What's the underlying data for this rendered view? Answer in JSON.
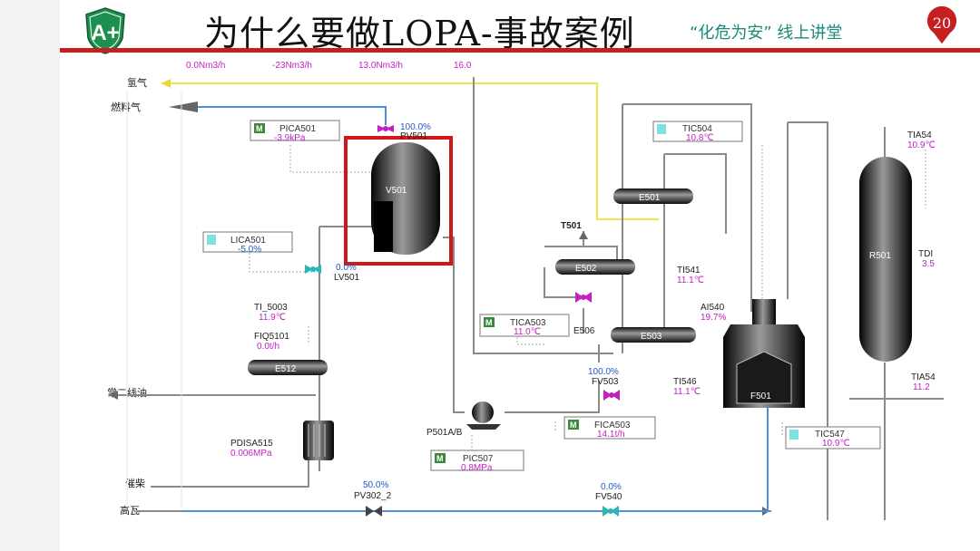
{
  "header": {
    "title": "为什么要做LOPA-事故案例",
    "subtitle": "“化危为安” 线上讲堂",
    "page_number": "20",
    "logo_glyph": "A+",
    "accent_color": "#c51f1f",
    "logo_color": "#1e8f4e"
  },
  "diagram": {
    "top_cut": [
      "0.0Nm3/h",
      "-23Nm3/h",
      "13.0Nm3/h",
      "16.0"
    ],
    "streams": {
      "hydrogen": "氢气",
      "fuel_gas": "燃料气",
      "second_line": "常二线油",
      "residue": "催柴",
      "high_pressure": "高瓦"
    },
    "pica501": {
      "mode": "M",
      "tag": "PICA501",
      "value": "-3.9kPa"
    },
    "pv501": {
      "percent": "100.0%",
      "tag": "PV501"
    },
    "v501": "V501",
    "lica501": {
      "mode": "",
      "tag": "LICA501",
      "value": "-5.0%"
    },
    "lv501": {
      "percent": "0.0%",
      "tag": "LV501"
    },
    "ti5003": {
      "tag": "TI_5003",
      "value": "11.9℃"
    },
    "fiq5101": {
      "tag": "FIQ5101",
      "value": "0.0t/h"
    },
    "e512": "E512",
    "pdisa515": {
      "tag": "PDISA515",
      "value": "0.006MPa"
    },
    "pv302": {
      "percent": "50.0%",
      "tag": "PV302_2"
    },
    "p501": "P501A/B",
    "pic507": {
      "mode": "M",
      "tag": "PIC507",
      "value": "0.8MPa"
    },
    "t501": "T501",
    "e502": "E502",
    "e506": "E506",
    "tica503": {
      "mode": "M",
      "tag": "TICA503",
      "value": "11.0℃"
    },
    "e503": "E503",
    "e501": "E501",
    "tic504": {
      "mode": "",
      "tag": "TIC504",
      "value": "10.8℃"
    },
    "fv503": {
      "percent": "100.0%",
      "tag": "FV503"
    },
    "fica503": {
      "mode": "M",
      "tag": "FICA503",
      "value": "14.1t/h"
    },
    "fv540": {
      "percent": "0.0%",
      "tag": "FV540"
    },
    "ti541": {
      "tag": "TI541",
      "value": "11.1℃"
    },
    "ai540": {
      "tag": "AI540",
      "value": "19.7%"
    },
    "ti546": {
      "tag": "TI546",
      "value": "11.1℃"
    },
    "f501": "F501",
    "tic547": {
      "mode": "",
      "tag": "TIC547",
      "value": "10.9℃"
    },
    "r501": "R501",
    "tia54_top": {
      "tag": "TIA54",
      "value": "10.9℃"
    },
    "tdi": {
      "tag": "TDI",
      "value": "3.5"
    },
    "tia54_bottom": {
      "tag": "TIA54",
      "value": "11.2"
    }
  }
}
